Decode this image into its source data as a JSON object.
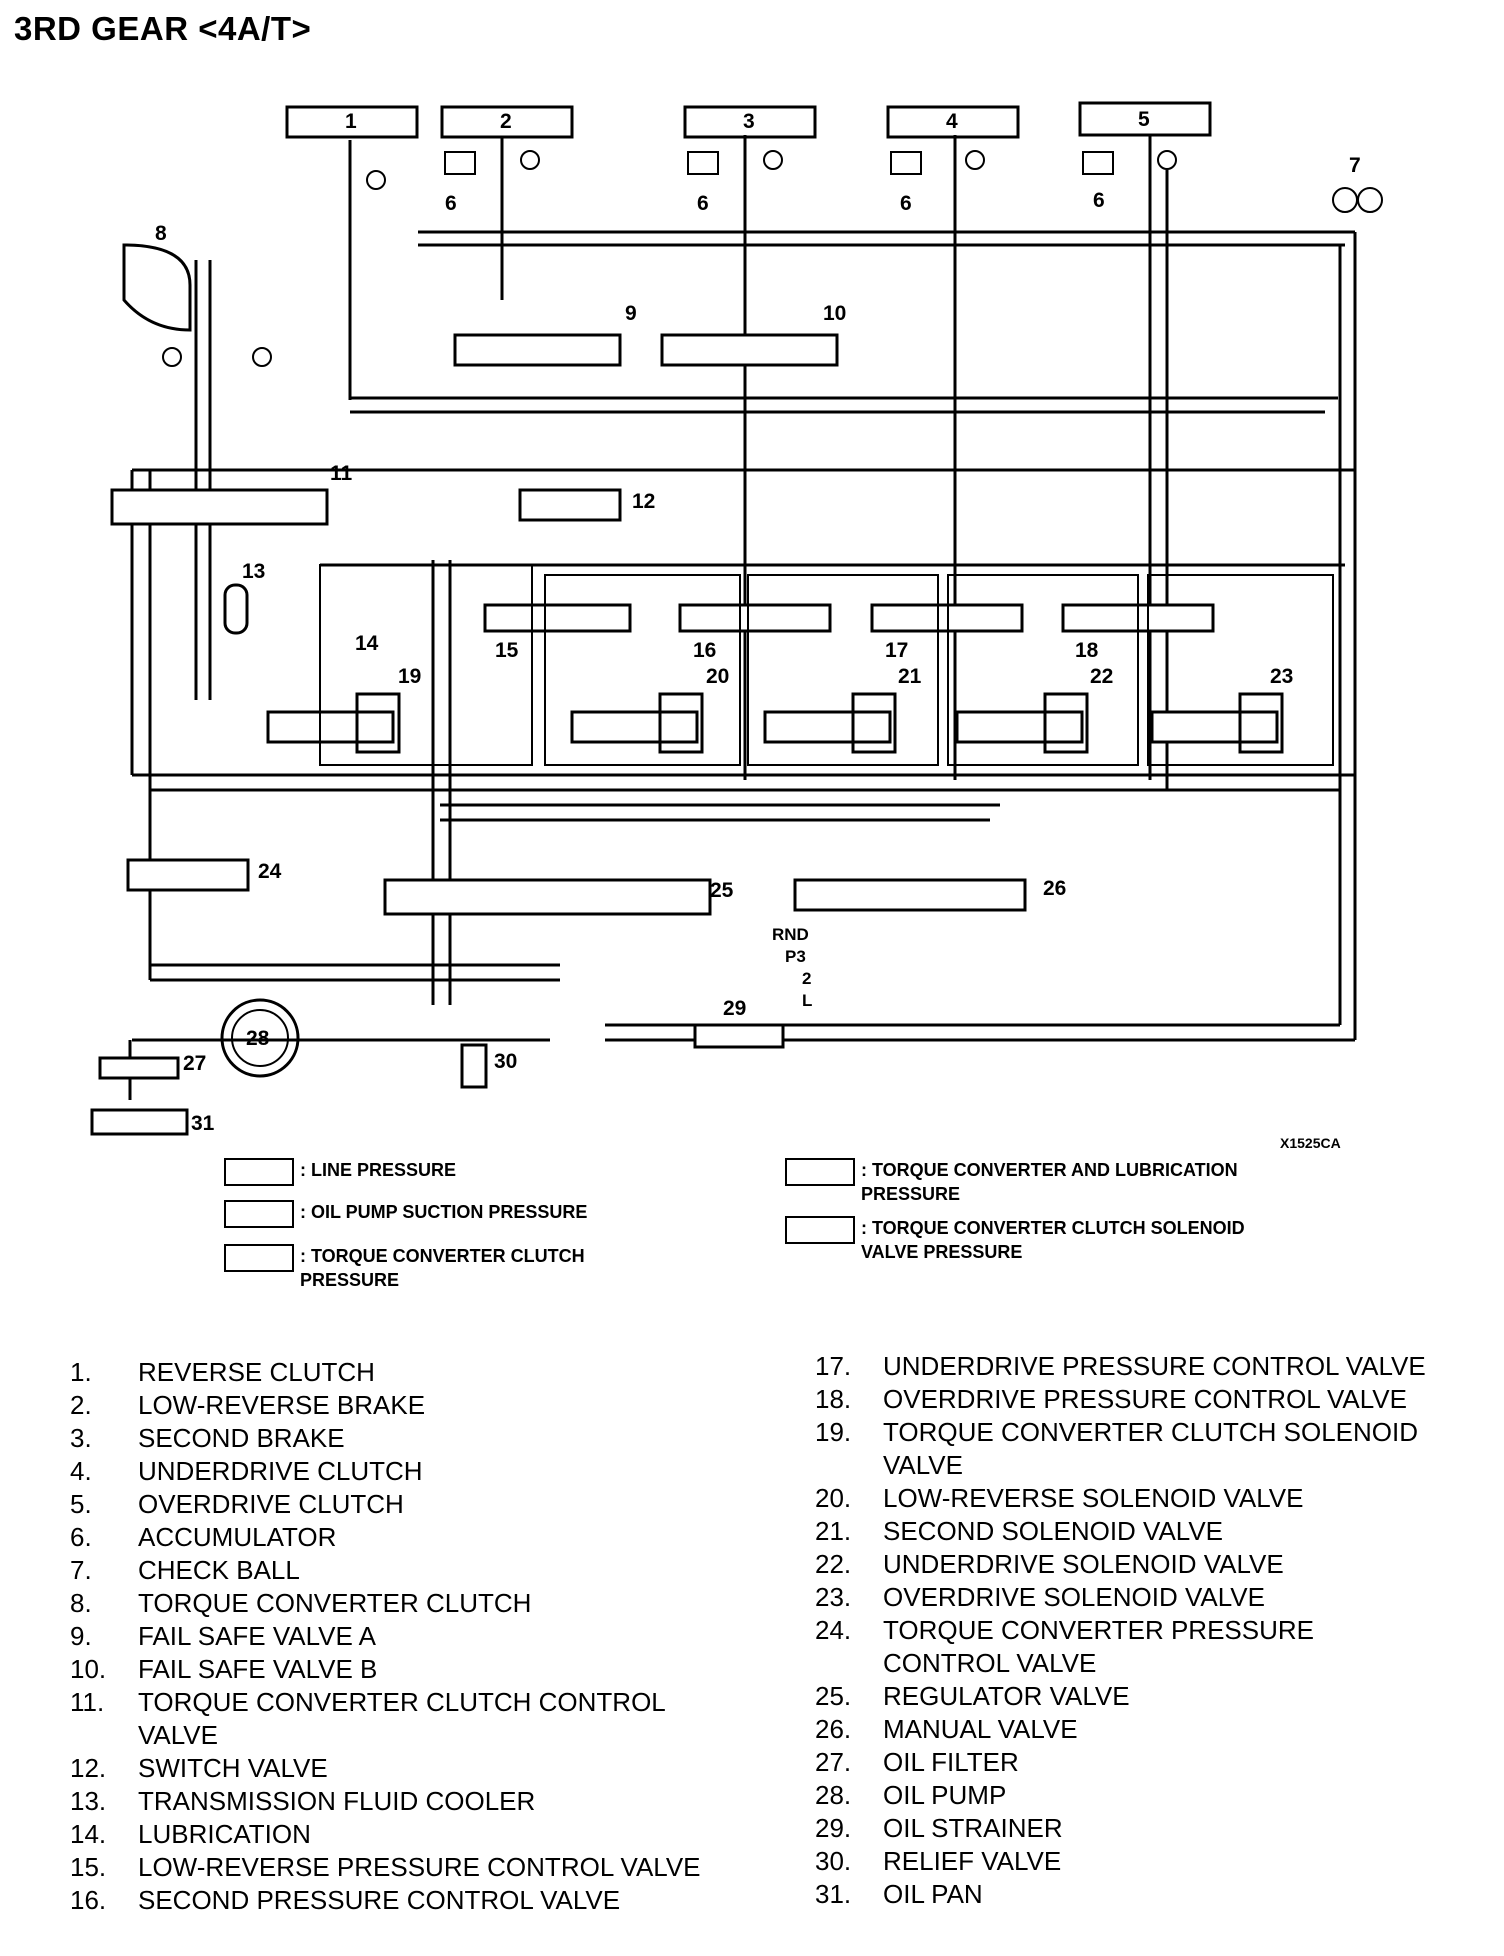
{
  "title": "3RD GEAR <4A/T>",
  "figure_code": "X1525CA",
  "selector_positions": [
    "RND",
    "P3",
    "2",
    "L"
  ],
  "diagram_labels": [
    "1",
    "2",
    "3",
    "4",
    "5",
    "6",
    "7",
    "8",
    "9",
    "10",
    "11",
    "12",
    "13",
    "14",
    "15",
    "16",
    "17",
    "18",
    "19",
    "20",
    "21",
    "22",
    "23",
    "24",
    "25",
    "26",
    "27",
    "28",
    "29",
    "30",
    "31"
  ],
  "legend": [
    {
      "text": ": LINE PRESSURE"
    },
    {
      "text": ": OIL PUMP SUCTION PRESSURE"
    },
    {
      "text": ": TORQUE CONVERTER CLUTCH\nPRESSURE"
    },
    {
      "text": ": TORQUE CONVERTER AND LUBRICATION\nPRESSURE"
    },
    {
      "text": ": TORQUE CONVERTER CLUTCH SOLENOID\nVALVE PRESSURE"
    }
  ],
  "key_left": [
    {
      "num": "1.",
      "text": "REVERSE CLUTCH"
    },
    {
      "num": "2.",
      "text": "LOW-REVERSE BRAKE"
    },
    {
      "num": "3.",
      "text": "SECOND BRAKE"
    },
    {
      "num": "4.",
      "text": "UNDERDRIVE CLUTCH"
    },
    {
      "num": "5.",
      "text": "OVERDRIVE CLUTCH"
    },
    {
      "num": "6.",
      "text": "ACCUMULATOR"
    },
    {
      "num": "7.",
      "text": "CHECK BALL"
    },
    {
      "num": "8.",
      "text": "TORQUE CONVERTER CLUTCH"
    },
    {
      "num": "9.",
      "text": "FAIL SAFE VALVE A"
    },
    {
      "num": "10.",
      "text": "FAIL SAFE VALVE B"
    },
    {
      "num": "11.",
      "text": "TORQUE CONVERTER CLUTCH CONTROL\nVALVE"
    },
    {
      "num": "12.",
      "text": "SWITCH VALVE"
    },
    {
      "num": "13.",
      "text": "TRANSMISSION FLUID COOLER"
    },
    {
      "num": "14.",
      "text": "LUBRICATION"
    },
    {
      "num": "15.",
      "text": "LOW-REVERSE PRESSURE CONTROL VALVE"
    },
    {
      "num": "16.",
      "text": "SECOND PRESSURE CONTROL VALVE"
    }
  ],
  "key_right": [
    {
      "num": "17.",
      "text": "UNDERDRIVE PRESSURE CONTROL VALVE"
    },
    {
      "num": "18.",
      "text": "OVERDRIVE PRESSURE CONTROL VALVE"
    },
    {
      "num": "19.",
      "text": "TORQUE CONVERTER CLUTCH SOLENOID\nVALVE"
    },
    {
      "num": "20.",
      "text": "LOW-REVERSE SOLENOID VALVE"
    },
    {
      "num": "21.",
      "text": "SECOND SOLENOID VALVE"
    },
    {
      "num": "22.",
      "text": "UNDERDRIVE SOLENOID VALVE"
    },
    {
      "num": "23.",
      "text": "OVERDRIVE SOLENOID VALVE"
    },
    {
      "num": "24.",
      "text": "TORQUE CONVERTER PRESSURE\nCONTROL VALVE"
    },
    {
      "num": "25.",
      "text": "REGULATOR VALVE"
    },
    {
      "num": "26.",
      "text": "MANUAL VALVE"
    },
    {
      "num": "27.",
      "text": "OIL FILTER"
    },
    {
      "num": "28.",
      "text": "OIL PUMP"
    },
    {
      "num": "29.",
      "text": "OIL STRAINER"
    },
    {
      "num": "30.",
      "text": "RELIEF VALVE"
    },
    {
      "num": "31.",
      "text": "OIL PAN"
    }
  ]
}
